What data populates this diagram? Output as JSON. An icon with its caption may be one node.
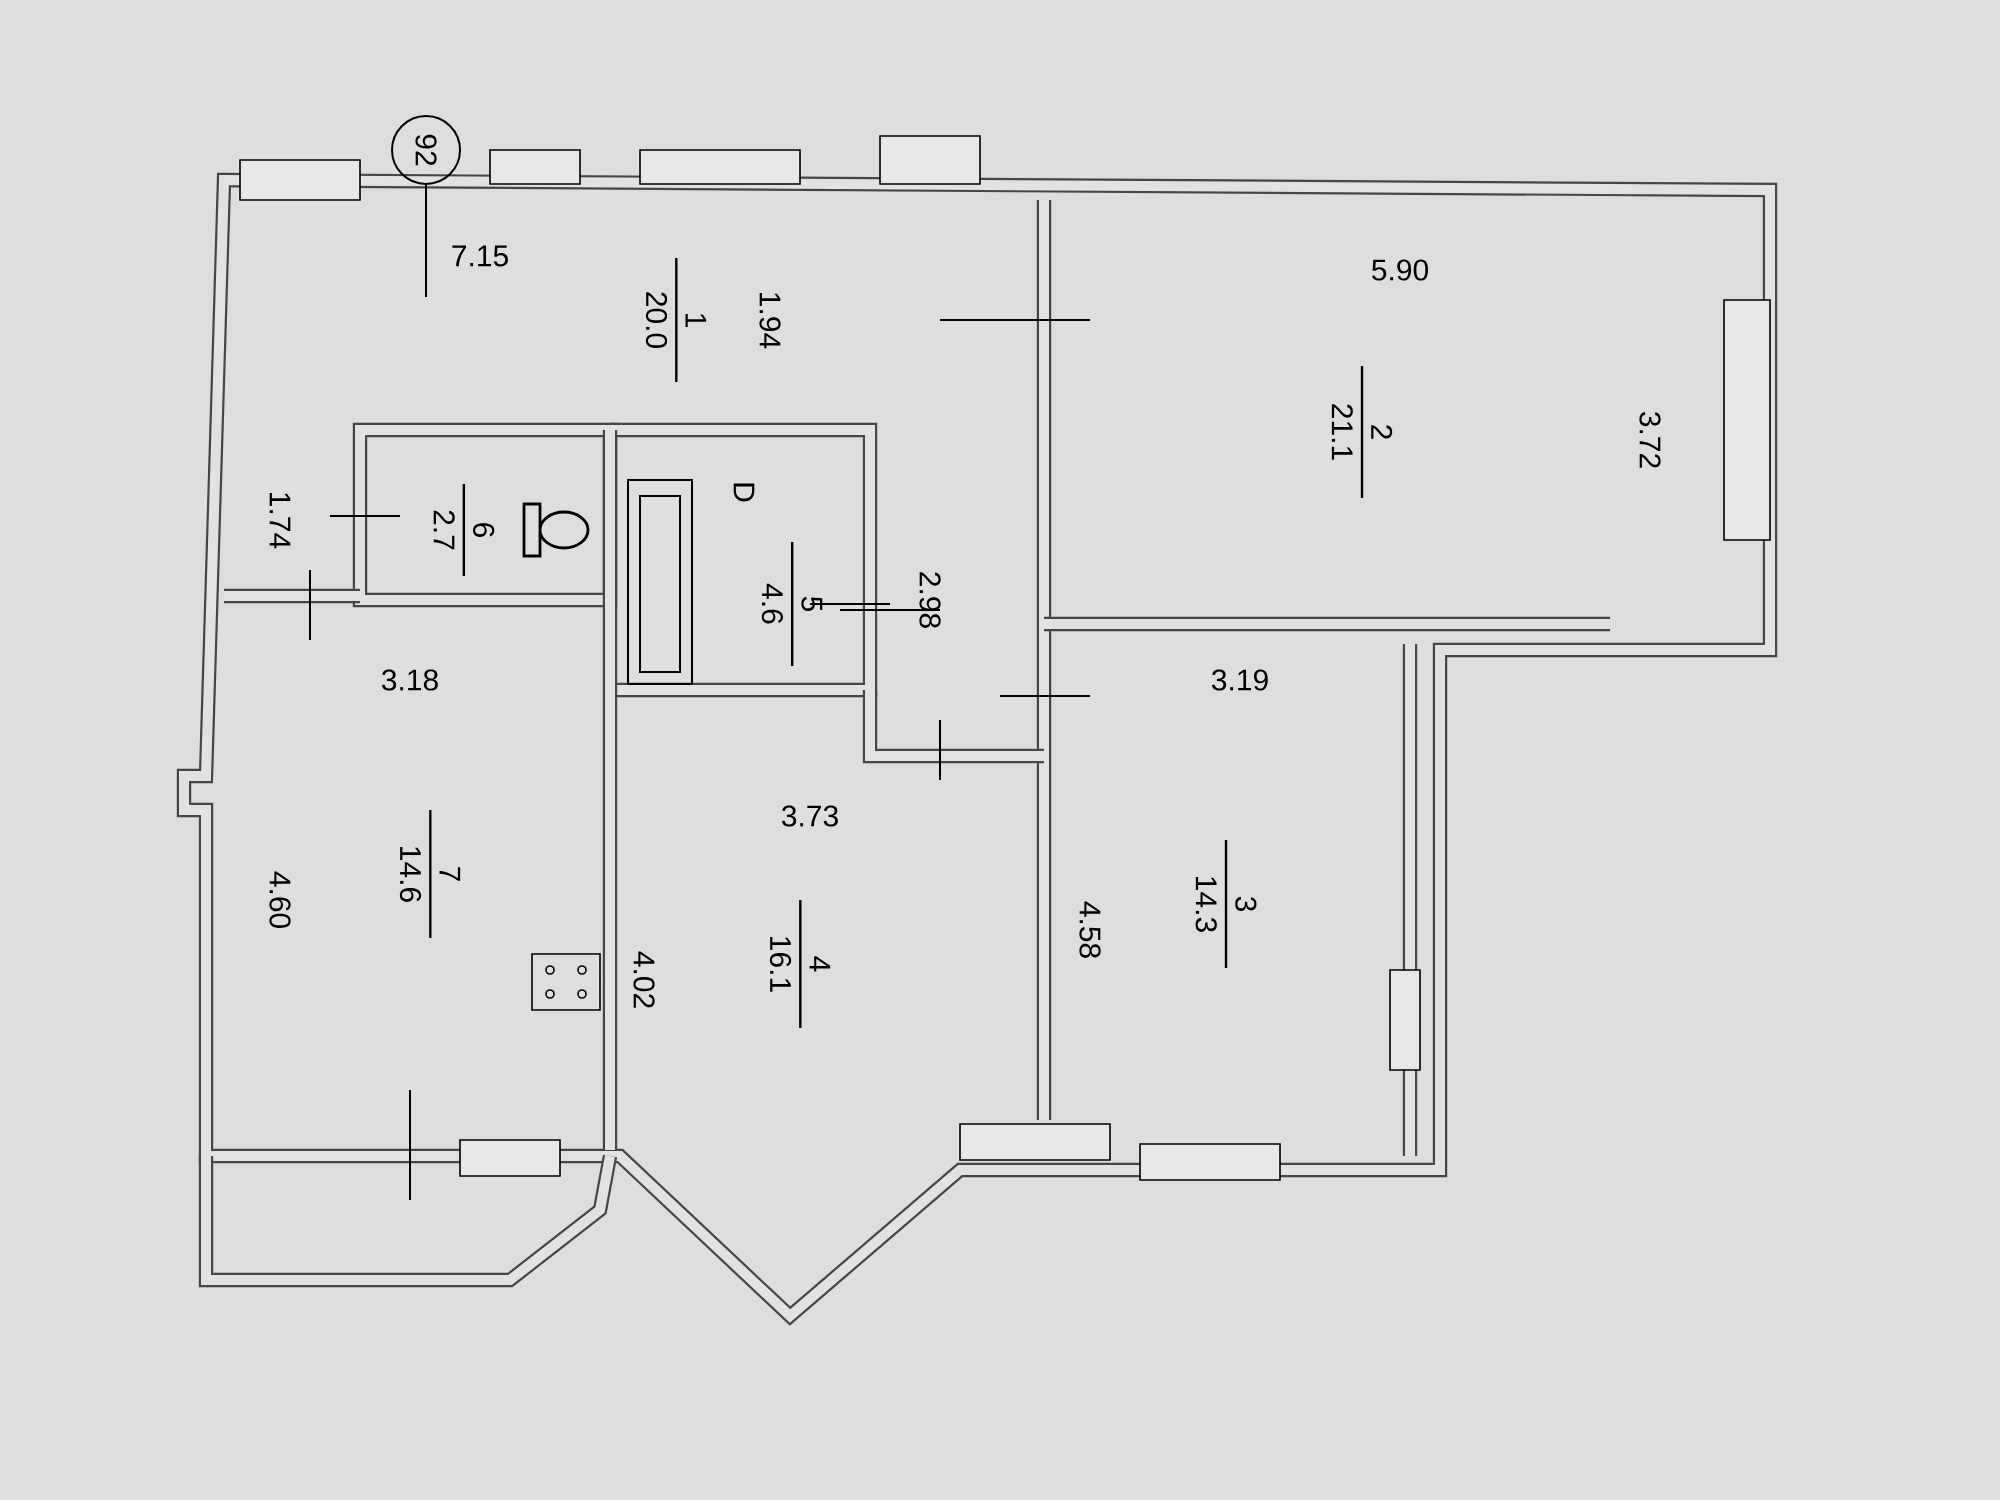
{
  "diagram": {
    "nodes": [
      {
        "text": [
          "92"
        ]
      },
      {
        "text": [
          "1",
          "20.0"
        ]
      },
      {
        "text": [
          "2",
          "21.1"
        ]
      },
      {
        "text": [
          "3",
          "14.3"
        ]
      },
      {
        "text": [
          "4",
          "16.1"
        ]
      },
      {
        "text": [
          "5",
          "4.6"
        ]
      },
      {
        "text": [
          "6",
          "2.7"
        ]
      },
      {
        "text": [
          "7",
          "14.6"
        ]
      }
    ],
    "labels": [
      "7.15",
      "1.94",
      "5.90",
      "3.72",
      "1.74",
      "D",
      "2.98",
      "3.18",
      "3.19",
      "3.73",
      "4.60",
      "4.02",
      "4.58"
    ]
  }
}
